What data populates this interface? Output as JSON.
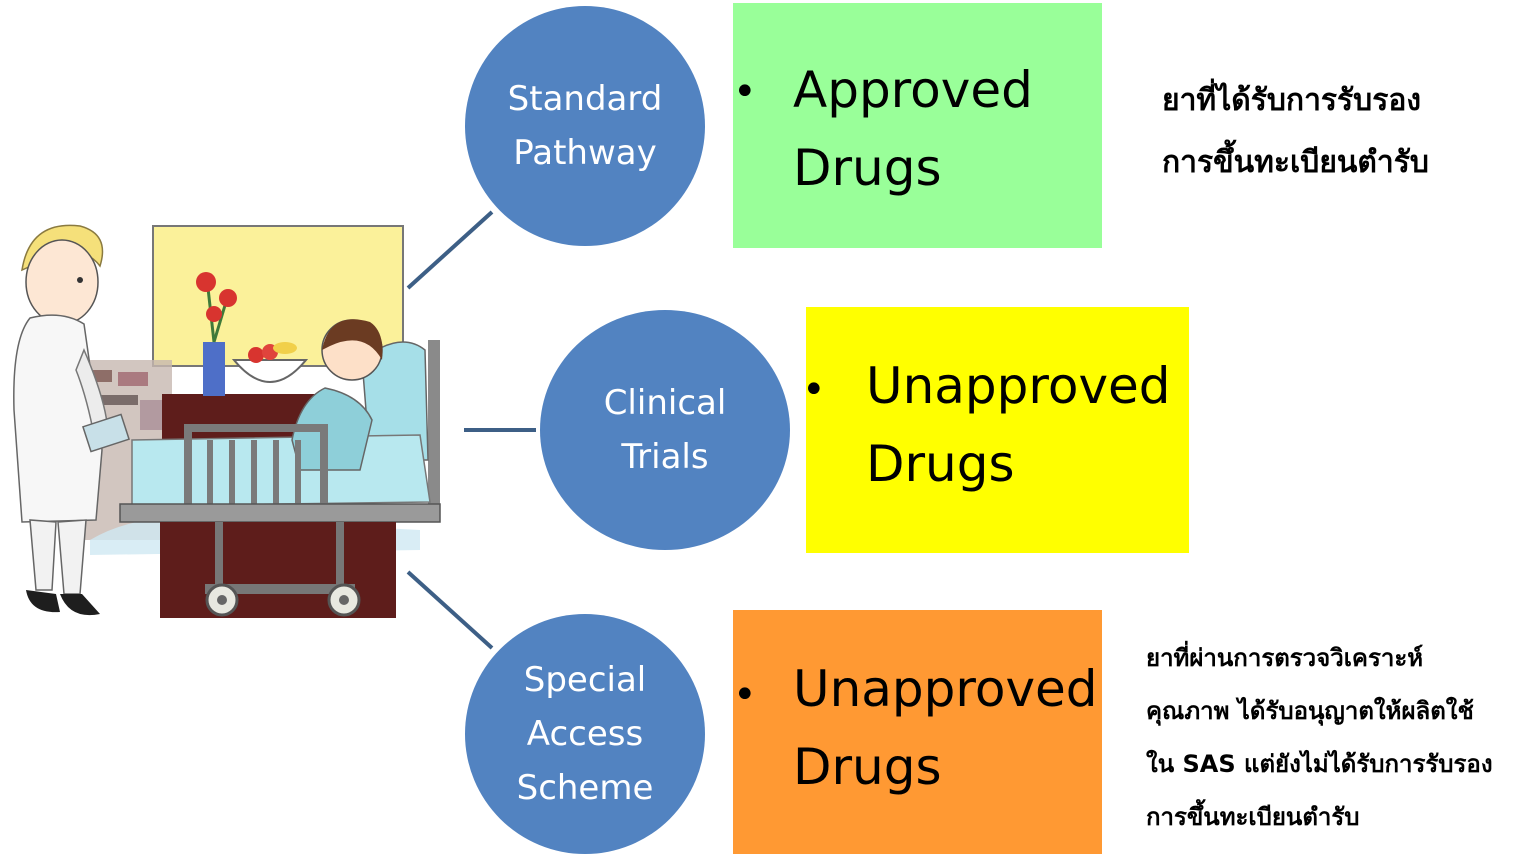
{
  "colors": {
    "circle": "#5283c1",
    "connector": "#3d5f86",
    "approved": "#99ff99",
    "unapproved_trials": "#ffff00",
    "unapproved_sas": "#ff9933"
  },
  "illustration": {
    "description_icon": "doctor-patient-hospital-bed-illustration"
  },
  "pathways": [
    {
      "circle_lines": [
        "Standard",
        "Pathway"
      ],
      "bullet": "•",
      "box_lines": [
        "Approved",
        "Drugs"
      ],
      "note_lines": [
        "ยาที่ได้รับการรับรอง",
        "การขึ้นทะเบียนตำรับ"
      ]
    },
    {
      "circle_lines": [
        "Clinical",
        "Trials"
      ],
      "bullet": "•",
      "box_lines": [
        "Unapproved",
        "Drugs"
      ]
    },
    {
      "circle_lines": [
        "Special",
        "Access",
        "Scheme"
      ],
      "bullet": "•",
      "box_lines": [
        "Unapproved",
        "Drugs"
      ],
      "note_lines": [
        "ยาที่ผ่านการตรวจวิเคราะห์",
        "คุณภาพ ได้รับอนุญาตให้ผลิตใช้",
        "ใน SAS แต่ยังไม่ได้รับการรับรอง",
        "การขึ้นทะเบียนตำรับ"
      ]
    }
  ]
}
